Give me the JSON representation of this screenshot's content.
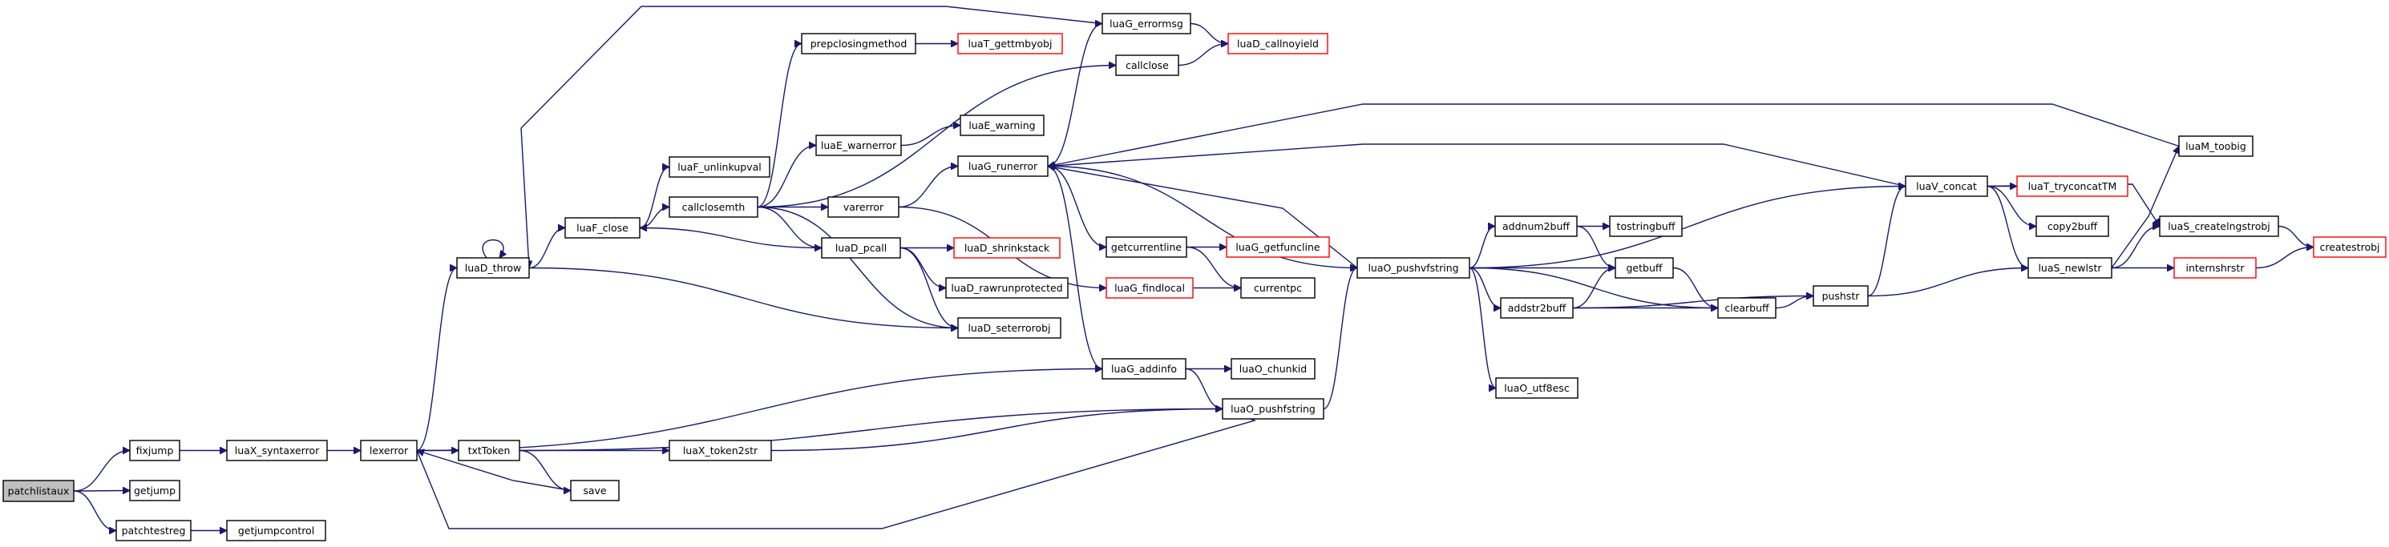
{
  "diagram": {
    "type": "call-graph",
    "colors": {
      "edge": "#191970",
      "node_border": "#000000",
      "truncated_border": "#ff0000",
      "root_fill": "#bfbfbf"
    },
    "nodes": {
      "patchlistaux": {
        "label": "patchlistaux",
        "style": "root"
      },
      "fixjump": {
        "label": "fixjump"
      },
      "getjump": {
        "label": "getjump"
      },
      "patchtestreg": {
        "label": "patchtestreg"
      },
      "getjumpcontrol": {
        "label": "getjumpcontrol"
      },
      "luaX_syntaxerror": {
        "label": "luaX_syntaxerror"
      },
      "lexerror": {
        "label": "lexerror"
      },
      "luaD_throw": {
        "label": "luaD_throw"
      },
      "txtToken": {
        "label": "txtToken"
      },
      "save": {
        "label": "save"
      },
      "luaX_token2str": {
        "label": "luaX_token2str"
      },
      "luaF_close": {
        "label": "luaF_close"
      },
      "luaF_unlinkupval": {
        "label": "luaF_unlinkupval"
      },
      "callclosemth": {
        "label": "callclosemth"
      },
      "prepclosingmethod": {
        "label": "prepclosingmethod"
      },
      "luaT_gettmbyobj": {
        "label": "luaT_gettmbyobj",
        "style": "red"
      },
      "luaE_warnerror": {
        "label": "luaE_warnerror"
      },
      "luaE_warning": {
        "label": "luaE_warning"
      },
      "varerror": {
        "label": "varerror"
      },
      "luaD_pcall": {
        "label": "luaD_pcall"
      },
      "luaD_shrinkstack": {
        "label": "luaD_shrinkstack",
        "style": "red"
      },
      "luaD_rawrunprotected": {
        "label": "luaD_rawrunprotected"
      },
      "luaD_seterrorobj": {
        "label": "luaD_seterrorobj"
      },
      "luaG_errormsg": {
        "label": "luaG_errormsg"
      },
      "luaD_callnoyield": {
        "label": "luaD_callnoyield",
        "style": "red"
      },
      "callclose": {
        "label": "callclose"
      },
      "luaG_runerror": {
        "label": "luaG_runerror"
      },
      "getcurrentline": {
        "label": "getcurrentline"
      },
      "luaG_getfuncline": {
        "label": "luaG_getfuncline",
        "style": "red"
      },
      "luaG_findlocal": {
        "label": "luaG_findlocal",
        "style": "red"
      },
      "currentpc": {
        "label": "currentpc"
      },
      "luaG_addinfo": {
        "label": "luaG_addinfo"
      },
      "luaO_chunkid": {
        "label": "luaO_chunkid"
      },
      "luaO_pushfstring": {
        "label": "luaO_pushfstring"
      },
      "luaO_pushvfstring": {
        "label": "luaO_pushvfstring"
      },
      "addnum2buff": {
        "label": "addnum2buff"
      },
      "tostringbuff": {
        "label": "tostringbuff"
      },
      "getbuff": {
        "label": "getbuff"
      },
      "addstr2buff": {
        "label": "addstr2buff"
      },
      "clearbuff": {
        "label": "clearbuff"
      },
      "luaO_utf8esc": {
        "label": "luaO_utf8esc"
      },
      "pushstr": {
        "label": "pushstr"
      },
      "luaV_concat": {
        "label": "luaV_concat"
      },
      "luaT_tryconcatTM": {
        "label": "luaT_tryconcatTM",
        "style": "red"
      },
      "copy2buff": {
        "label": "copy2buff"
      },
      "luaS_newlstr": {
        "label": "luaS_newlstr"
      },
      "luaM_toobig": {
        "label": "luaM_toobig"
      },
      "luaS_createlngstrobj": {
        "label": "luaS_createlngstrobj"
      },
      "internshrstr": {
        "label": "internshrstr",
        "style": "red"
      },
      "createstrobj": {
        "label": "createstrobj",
        "style": "red"
      }
    },
    "edges": [
      [
        "patchlistaux",
        "fixjump"
      ],
      [
        "patchlistaux",
        "getjump"
      ],
      [
        "patchlistaux",
        "patchtestreg"
      ],
      [
        "patchtestreg",
        "getjumpcontrol"
      ],
      [
        "fixjump",
        "luaX_syntaxerror"
      ],
      [
        "luaX_syntaxerror",
        "lexerror"
      ],
      [
        "lexerror",
        "luaD_throw"
      ],
      [
        "lexerror",
        "txtToken"
      ],
      [
        "lexerror",
        "luaG_addinfo"
      ],
      [
        "lexerror",
        "luaO_pushfstring"
      ],
      [
        "luaD_throw",
        "luaD_throw"
      ],
      [
        "luaD_throw",
        "luaF_close"
      ],
      [
        "luaD_throw",
        "luaD_seterrorobj"
      ],
      [
        "txtToken",
        "save"
      ],
      [
        "txtToken",
        "luaX_token2str"
      ],
      [
        "txtToken",
        "luaO_pushfstring"
      ],
      [
        "save",
        "lexerror"
      ],
      [
        "luaX_token2str",
        "luaO_pushfstring"
      ],
      [
        "luaF_close",
        "luaF_unlinkupval"
      ],
      [
        "luaF_close",
        "callclosemth"
      ],
      [
        "callclosemth",
        "prepclosingmethod"
      ],
      [
        "callclosemth",
        "callclose"
      ],
      [
        "callclosemth",
        "luaE_warnerror"
      ],
      [
        "callclosemth",
        "varerror"
      ],
      [
        "callclosemth",
        "luaD_pcall"
      ],
      [
        "callclosemth",
        "luaD_seterrorobj"
      ],
      [
        "prepclosingmethod",
        "luaT_gettmbyobj"
      ],
      [
        "luaE_warnerror",
        "luaE_warning"
      ],
      [
        "varerror",
        "luaG_runerror"
      ],
      [
        "varerror",
        "luaG_findlocal"
      ],
      [
        "luaD_pcall",
        "luaF_close"
      ],
      [
        "luaD_pcall",
        "luaD_shrinkstack"
      ],
      [
        "luaD_pcall",
        "luaD_rawrunprotected"
      ],
      [
        "luaD_pcall",
        "luaD_seterrorobj"
      ],
      [
        "luaG_errormsg",
        "luaD_throw"
      ],
      [
        "luaG_errormsg",
        "luaD_callnoyield"
      ],
      [
        "callclose",
        "luaD_callnoyield"
      ],
      [
        "luaG_runerror",
        "luaG_errormsg"
      ],
      [
        "luaG_runerror",
        "getcurrentline"
      ],
      [
        "luaG_runerror",
        "luaG_addinfo"
      ],
      [
        "luaG_runerror",
        "luaO_pushvfstring"
      ],
      [
        "getcurrentline",
        "luaG_getfuncline"
      ],
      [
        "getcurrentline",
        "currentpc"
      ],
      [
        "luaG_findlocal",
        "currentpc"
      ],
      [
        "luaG_addinfo",
        "luaO_chunkid"
      ],
      [
        "luaG_addinfo",
        "luaO_pushfstring"
      ],
      [
        "luaO_pushfstring",
        "luaO_pushvfstring"
      ],
      [
        "luaO_pushvfstring",
        "luaG_runerror"
      ],
      [
        "luaO_pushvfstring",
        "addnum2buff"
      ],
      [
        "luaO_pushvfstring",
        "getbuff"
      ],
      [
        "luaO_pushvfstring",
        "addstr2buff"
      ],
      [
        "luaO_pushvfstring",
        "clearbuff"
      ],
      [
        "luaO_pushvfstring",
        "luaO_utf8esc"
      ],
      [
        "luaO_pushvfstring",
        "luaV_concat"
      ],
      [
        "addnum2buff",
        "tostringbuff"
      ],
      [
        "addnum2buff",
        "getbuff"
      ],
      [
        "addstr2buff",
        "getbuff"
      ],
      [
        "addstr2buff",
        "clearbuff"
      ],
      [
        "getbuff",
        "clearbuff"
      ],
      [
        "clearbuff",
        "pushstr"
      ],
      [
        "addstr2buff",
        "pushstr"
      ],
      [
        "pushstr",
        "luaV_concat"
      ],
      [
        "pushstr",
        "luaS_newlstr"
      ],
      [
        "luaV_concat",
        "luaG_runerror"
      ],
      [
        "luaV_concat",
        "luaT_tryconcatTM"
      ],
      [
        "luaV_concat",
        "copy2buff"
      ],
      [
        "luaV_concat",
        "luaS_newlstr"
      ],
      [
        "luaV_concat",
        "luaS_createlngstrobj"
      ],
      [
        "luaS_newlstr",
        "luaM_toobig"
      ],
      [
        "luaS_newlstr",
        "luaS_createlngstrobj"
      ],
      [
        "luaS_newlstr",
        "internshrstr"
      ],
      [
        "luaM_toobig",
        "luaG_runerror"
      ],
      [
        "luaS_createlngstrobj",
        "createstrobj"
      ],
      [
        "internshrstr",
        "createstrobj"
      ]
    ]
  }
}
